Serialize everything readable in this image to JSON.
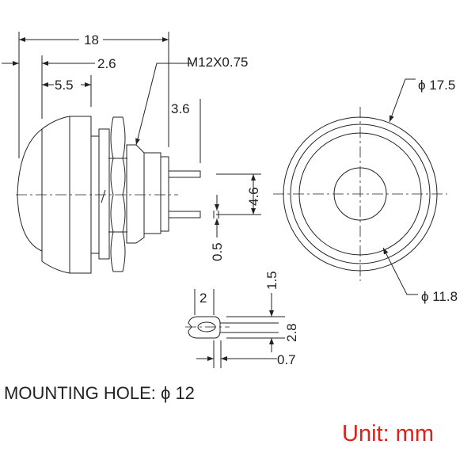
{
  "dimensions": {
    "overall_length": "18",
    "cap_offset": "2.6",
    "cap_width": "5.5",
    "pin_length": "3.6",
    "thread": "M12X0.75",
    "pin_spacing": "4.6",
    "pin_thickness": "0.5",
    "outer_diameter": "ϕ 17.5",
    "inner_diameter": "ϕ 11.8",
    "tab_width": "2",
    "tab_hole": "1.5",
    "tab_height": "2.8",
    "tab_thickness": "0.7"
  },
  "mounting_hole": "MOUNTING HOLE:  ϕ 12",
  "unit": "Unit: mm",
  "colors": {
    "line": "#222222",
    "unit_text": "#e0201b"
  }
}
